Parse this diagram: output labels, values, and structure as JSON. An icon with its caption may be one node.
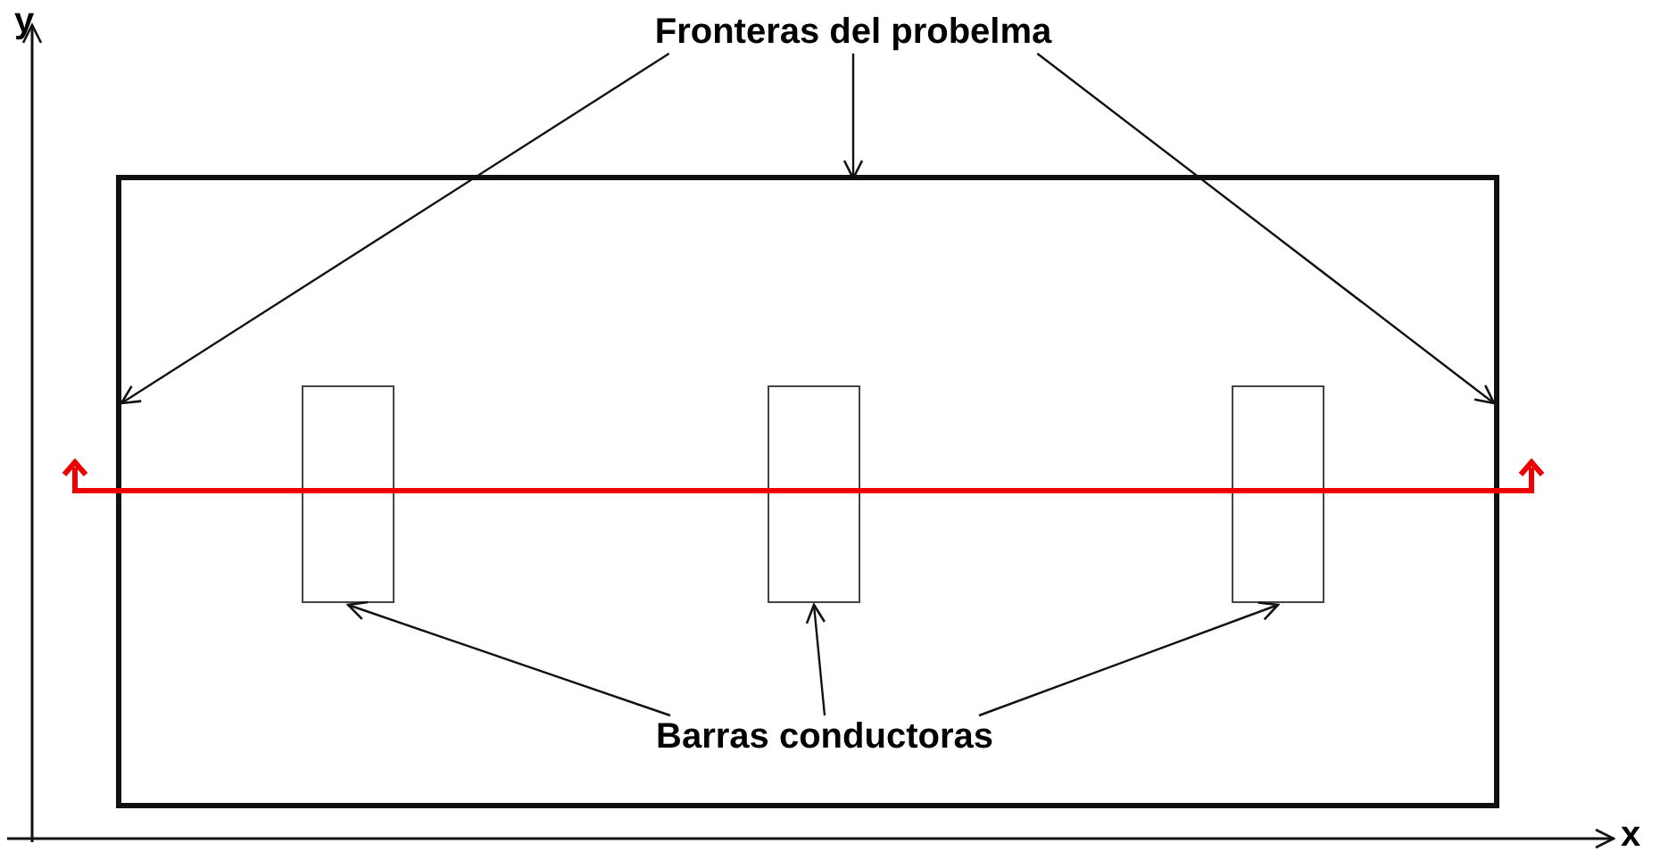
{
  "diagram": {
    "nodes": [
      {
        "text": [
          "Fronteras del probelma"
        ]
      },
      {
        "text": [],
        "shape": "box"
      },
      {
        "text": [],
        "shape": "box",
        "in": 1
      },
      {
        "text": [],
        "shape": "box",
        "in": 1
      },
      {
        "text": [],
        "shape": "box",
        "in": 1
      },
      {
        "text": [
          "Barras conductoras"
        ],
        "in": 1
      }
    ],
    "edges": [
      {
        "from": 0,
        "to": 1,
        "arrow": "to"
      },
      {
        "from": 0,
        "to": 1,
        "arrow": "to"
      },
      {
        "from": 0,
        "to": 1,
        "arrow": "to"
      },
      {
        "from": 5,
        "to": 2,
        "arrow": "to"
      },
      {
        "from": 5,
        "to": 3,
        "arrow": "to"
      },
      {
        "from": 5,
        "to": 4,
        "arrow": "to"
      }
    ],
    "labels": [
      "y",
      "x"
    ]
  }
}
